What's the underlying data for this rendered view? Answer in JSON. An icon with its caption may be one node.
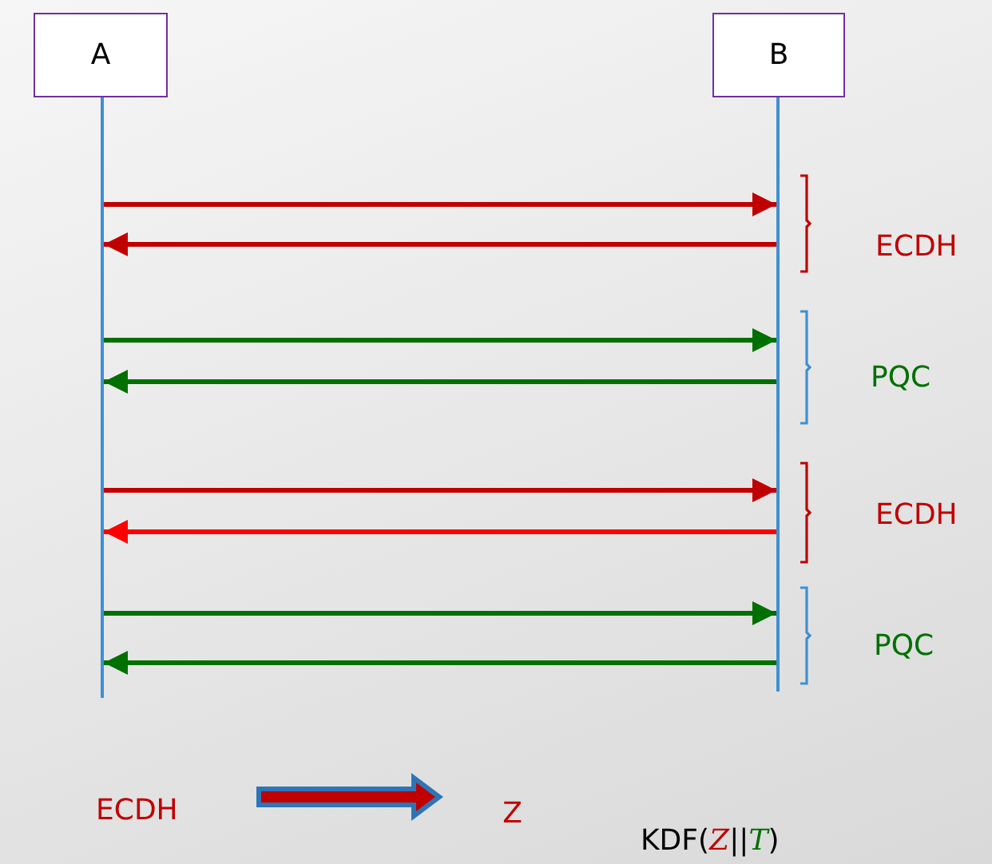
{
  "diagram": {
    "nodes": [
      {
        "text": [
          "A"
        ]
      },
      {
        "text": [
          "B"
        ]
      },
      {
        "text": [],
        "shape": "bar"
      },
      {
        "text": [],
        "shape": "bar"
      },
      {
        "text": [
          "ECDH"
        ]
      },
      {
        "text": [
          "Z"
        ]
      }
    ],
    "edges": [
      {
        "from": 2,
        "to": 3,
        "arrow": "to",
        "color": "#c00000"
      },
      {
        "from": 3,
        "to": 2,
        "arrow": "to",
        "color": "#c00000"
      },
      {
        "from": 2,
        "to": 3,
        "arrow": "to"
      },
      {
        "from": 3,
        "to": 2,
        "arrow": "to"
      },
      {
        "from": 2,
        "to": 3,
        "arrow": "to",
        "color": "#c00000"
      },
      {
        "from": 3,
        "to": 2,
        "arrow": "to",
        "color": "#ff0000"
      },
      {
        "from": 2,
        "to": 3,
        "arrow": "to"
      },
      {
        "from": 3,
        "to": 2,
        "arrow": "to"
      },
      {
        "from": 4,
        "to": 5,
        "arrow": "to",
        "style": "thick",
        "color": "#c00000"
      }
    ],
    "labels": [
      "ECDH",
      "PQC",
      "ECDH",
      "PQC",
      "KDF(*Z*||*T*)"
    ]
  }
}
